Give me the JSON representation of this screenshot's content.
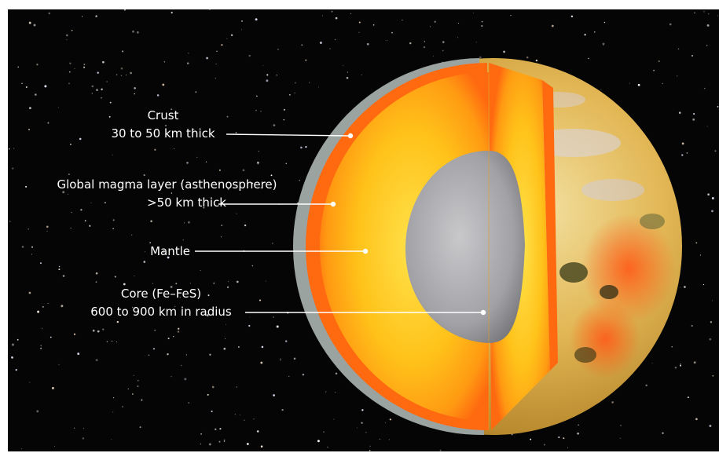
{
  "labels": {
    "crust": {
      "line1": "Crust",
      "line2": "30 to 50 km thick"
    },
    "magma": {
      "line1": "Global magma layer (asthenosphere)",
      "line2": ">50 km thick"
    },
    "mantle": {
      "line1": "Mantle"
    },
    "core": {
      "line1": "Core (Fe–FeS)",
      "line2": "600 to 900 km in radius"
    }
  },
  "colors": {
    "space": "#050505",
    "crust": "#9aa3a0",
    "magma_layer": "#ff6a10",
    "mantle_inner": "#ffd21a",
    "core": "#a3a3a6",
    "surface": "#e8c35a",
    "leader_line": "#ffffff"
  }
}
